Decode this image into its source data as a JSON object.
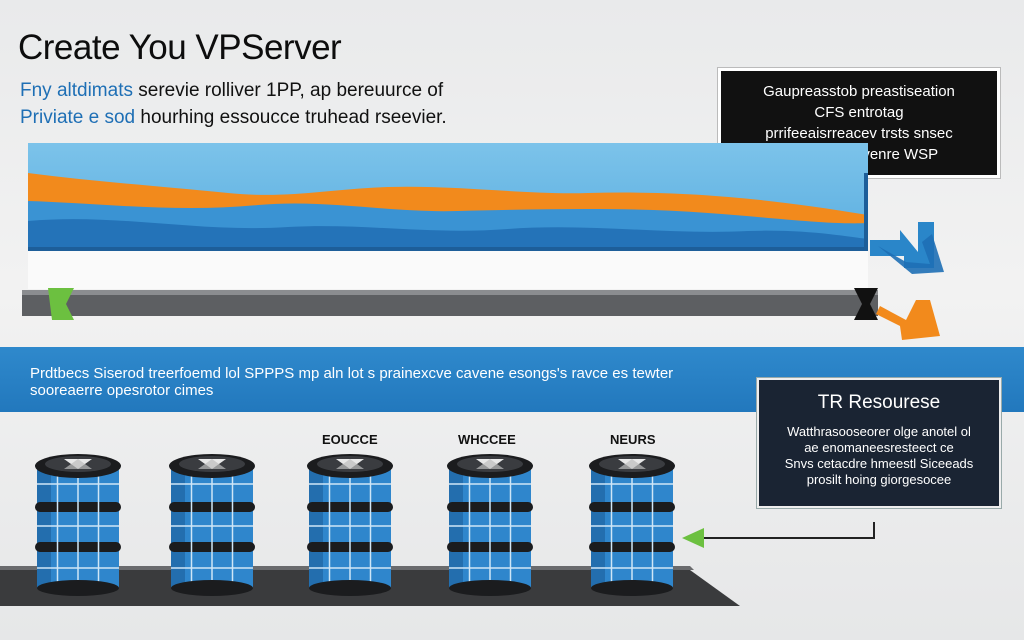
{
  "header": {
    "title": "Create You VPServer",
    "subtitle_line1_accent": "Fny altdimats",
    "subtitle_line1_rest": " serevie rolliver  1PP,  ap bereuurce  of",
    "subtitle_line2_accent": "Priviate e sod",
    "subtitle_line2_rest": "  hourhing essoucce truhead rseevier."
  },
  "info_box_top": {
    "lines": [
      "Gaupreasstob preastiseation",
      "CFS  entrotag",
      "prrifeeaisrreacev trsts snsec",
      "fiwrs De seevenre WSP"
    ]
  },
  "blue_band": {
    "line1": "Prdtbecs  Siserod  treerfoemd  lol SPPPS  mp aln lot  s prainexcve  cavene  esongs's ravce  es tewter",
    "line2": "sooreaerre  opesrotor  cimes"
  },
  "resource_box": {
    "title": "TR Resourese",
    "lines": [
      "Watthrasooseorer olge anotel ol",
      "ae  enomaneesresteect  ce",
      "Snvs cetacdre  hmeestl  Siceeads",
      "prosilt  hoing giorgesocee"
    ]
  },
  "server_labels": [
    "EOUCCE",
    "WHCCEE",
    "NEURS"
  ],
  "colors": {
    "accent_blue": "#2a86c9",
    "accent_orange": "#f28a1c",
    "accent_green": "#6cc040",
    "dark_navy": "#1a2433"
  }
}
